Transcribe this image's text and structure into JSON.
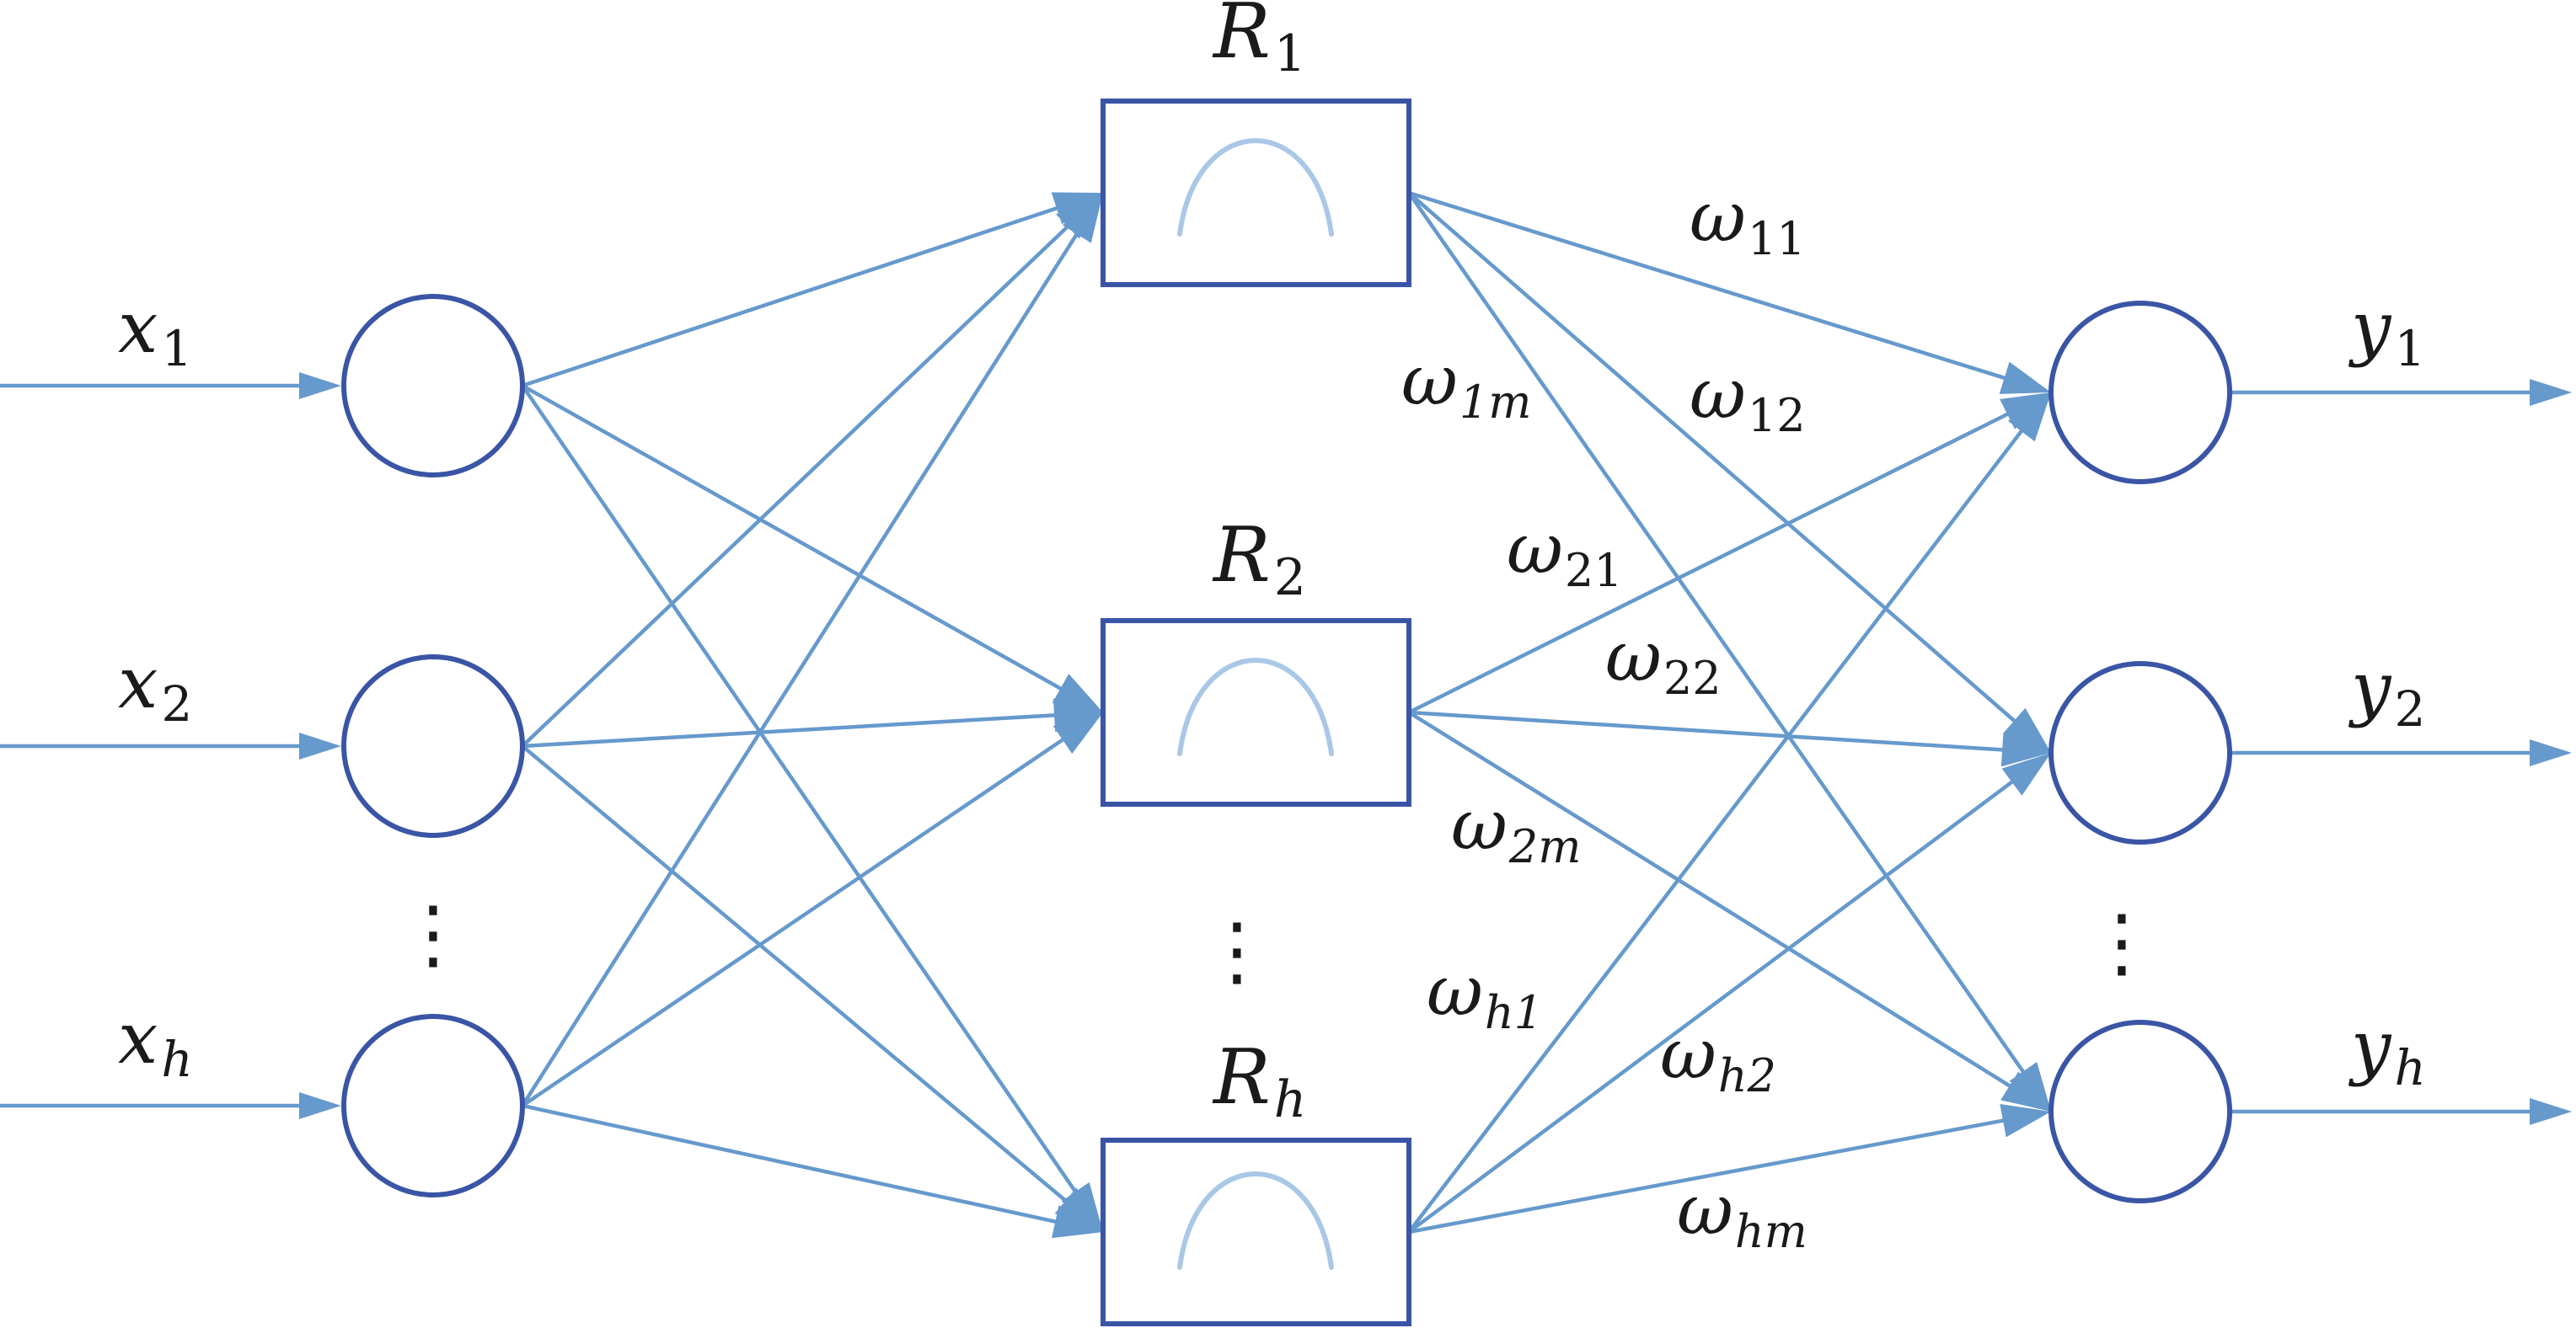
{
  "colors": {
    "edge": "#6699cc",
    "node_stroke": "#3a55a5",
    "rbf_curve": "#a9c8e6",
    "text": "#1a1a1a"
  },
  "inputs": [
    {
      "base": "x",
      "sub": "1"
    },
    {
      "base": "x",
      "sub": "2"
    },
    {
      "base": "x",
      "sub": "h"
    }
  ],
  "hidden": [
    {
      "base": "R",
      "sub": "1"
    },
    {
      "base": "R",
      "sub": "2"
    },
    {
      "base": "R",
      "sub": "h"
    }
  ],
  "outputs": [
    {
      "base": "y",
      "sub": "1"
    },
    {
      "base": "y",
      "sub": "2"
    },
    {
      "base": "y",
      "sub": "h"
    }
  ],
  "weights": [
    {
      "base": "ω",
      "sub": "11"
    },
    {
      "base": "ω",
      "sub": "12"
    },
    {
      "base": "ω",
      "sub": "1m"
    },
    {
      "base": "ω",
      "sub": "21"
    },
    {
      "base": "ω",
      "sub": "22"
    },
    {
      "base": "ω",
      "sub": "2m"
    },
    {
      "base": "ω",
      "sub": "h1"
    },
    {
      "base": "ω",
      "sub": "h2"
    },
    {
      "base": "ω",
      "sub": "hm"
    }
  ],
  "ellipsis": "⋮"
}
